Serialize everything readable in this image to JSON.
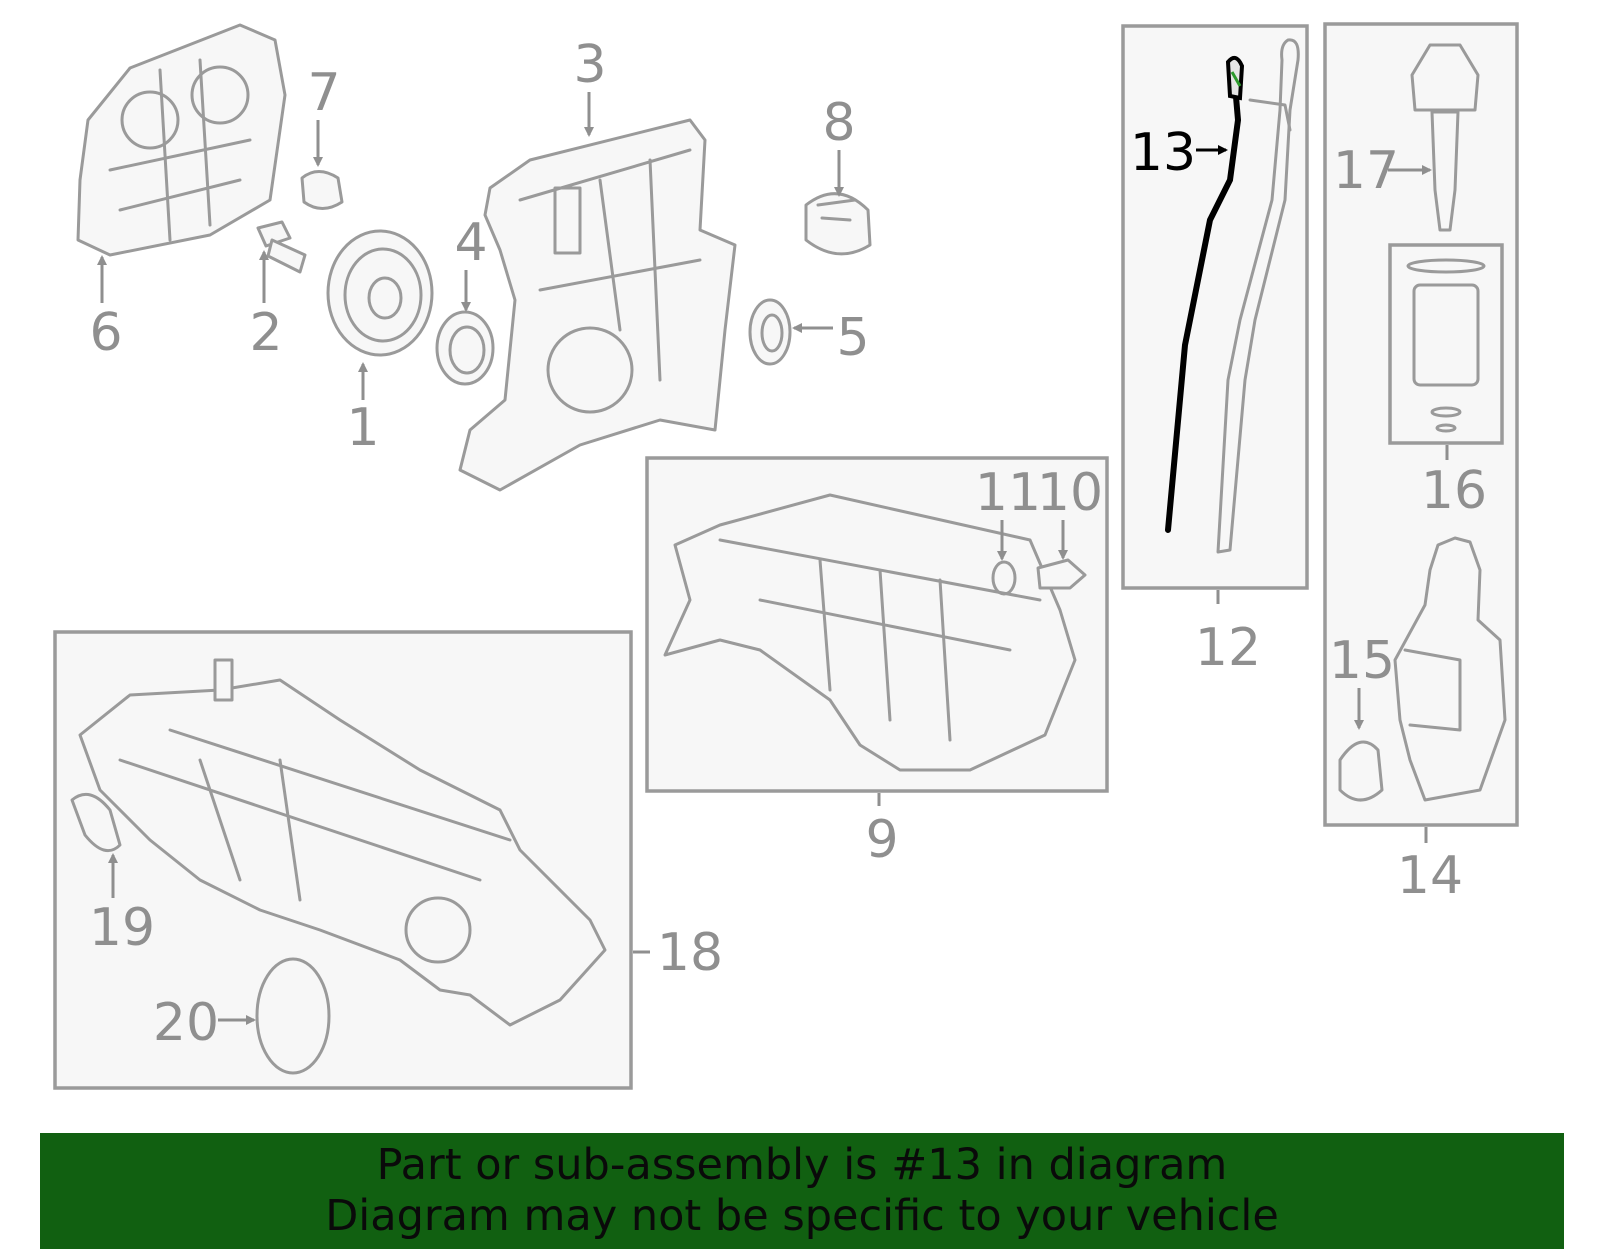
{
  "callouts": {
    "c1": "1",
    "c2": "2",
    "c3": "3",
    "c4": "4",
    "c5": "5",
    "c6": "6",
    "c7": "7",
    "c8": "8",
    "c9": "9",
    "c10": "10",
    "c11": "11",
    "c12": "12",
    "c13": "13",
    "c14": "14",
    "c15": "15",
    "c16": "16",
    "c17": "17",
    "c18": "18",
    "c19": "19",
    "c20": "20"
  },
  "highlighted_part": "13",
  "banner": {
    "line1": "Part or sub-assembly is #13 in diagram",
    "line2": "Diagram may not be specific to your vehicle"
  },
  "colors": {
    "banner_bg": "#116011",
    "part_stroke": "#9a9a9a",
    "highlight": "#000000"
  }
}
